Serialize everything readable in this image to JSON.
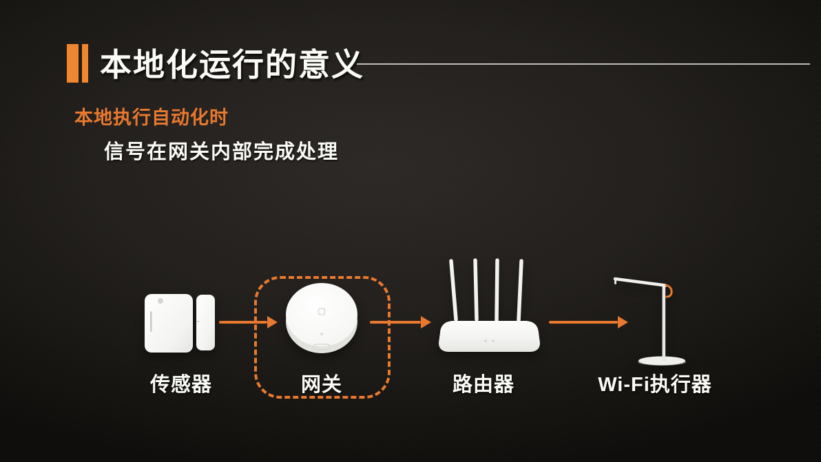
{
  "slide": {
    "title": "本地化运行的意义",
    "subtitle": "本地执行自动化时",
    "description": "信号在网关内部完成处理"
  },
  "diagram": {
    "nodes": [
      {
        "id": "sensor",
        "label": "传感器",
        "icon": "door-window-sensor-illustration",
        "highlighted": false
      },
      {
        "id": "gateway",
        "label": "网关",
        "icon": "smart-gateway-illustration",
        "highlighted": true
      },
      {
        "id": "router",
        "label": "路由器",
        "icon": "wifi-router-illustration",
        "highlighted": false
      },
      {
        "id": "wifi-actuator",
        "label": "Wi-Fi执行器",
        "icon": "desk-lamp-illustration",
        "highlighted": false
      }
    ]
  },
  "colors": {
    "accent_orange": "#E8792F",
    "title_bar_orange": "#F0862F",
    "text_white": "#FAFAF7",
    "background_dark": "#1C1A17",
    "divider_gray": "#D9D9D5"
  }
}
